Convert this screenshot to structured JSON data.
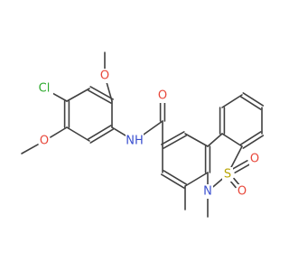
{
  "colors": {
    "bond": "#404040",
    "O": "#e8473a",
    "N": "#3a4fcf",
    "S": "#b8a400",
    "Cl": "#2eaa2e",
    "background": "#ffffff"
  },
  "atoms": [
    {
      "id": "cl",
      "label": "Cl",
      "element": "Cl"
    },
    {
      "id": "o_ome_top",
      "label": "O",
      "element": "O"
    },
    {
      "id": "o_ome_bottom",
      "label": "O",
      "element": "O"
    },
    {
      "id": "nh",
      "label": "NH",
      "element": "N"
    },
    {
      "id": "o_amide",
      "label": "O",
      "element": "O"
    },
    {
      "id": "n_ring",
      "label": "N",
      "element": "N"
    },
    {
      "id": "s",
      "label": "S",
      "element": "S"
    },
    {
      "id": "o_s1",
      "label": "O",
      "element": "O"
    },
    {
      "id": "o_s2",
      "label": "O",
      "element": "O"
    }
  ]
}
